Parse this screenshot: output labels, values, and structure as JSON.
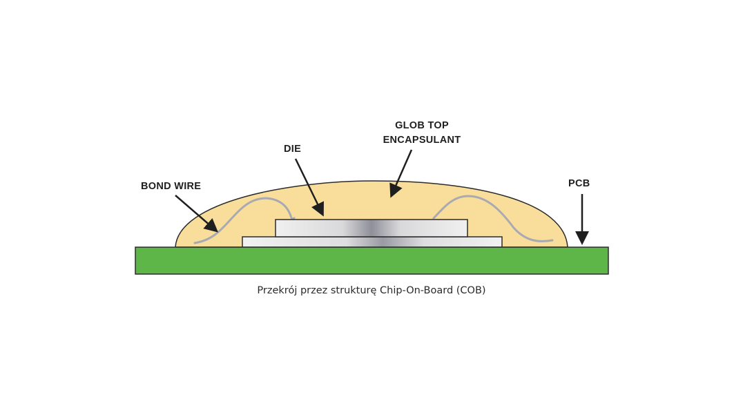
{
  "labels": {
    "bond_wire": "BOND WIRE",
    "die": "DIE",
    "glob_top_line1": "GLOB TOP",
    "glob_top_line2": "ENCAPSULANT",
    "pcb": "PCB"
  },
  "caption": "Przekrój przez strukturę Chip-On-Board (COB)",
  "colors": {
    "pcb_fill": "#5db647",
    "encapsulant_fill": "#f8dd9b",
    "die_fill_edge": "#ececec",
    "die_fill_center": "#8e8e98",
    "wire": "#a9aab1",
    "outline": "#2b2b2b"
  }
}
